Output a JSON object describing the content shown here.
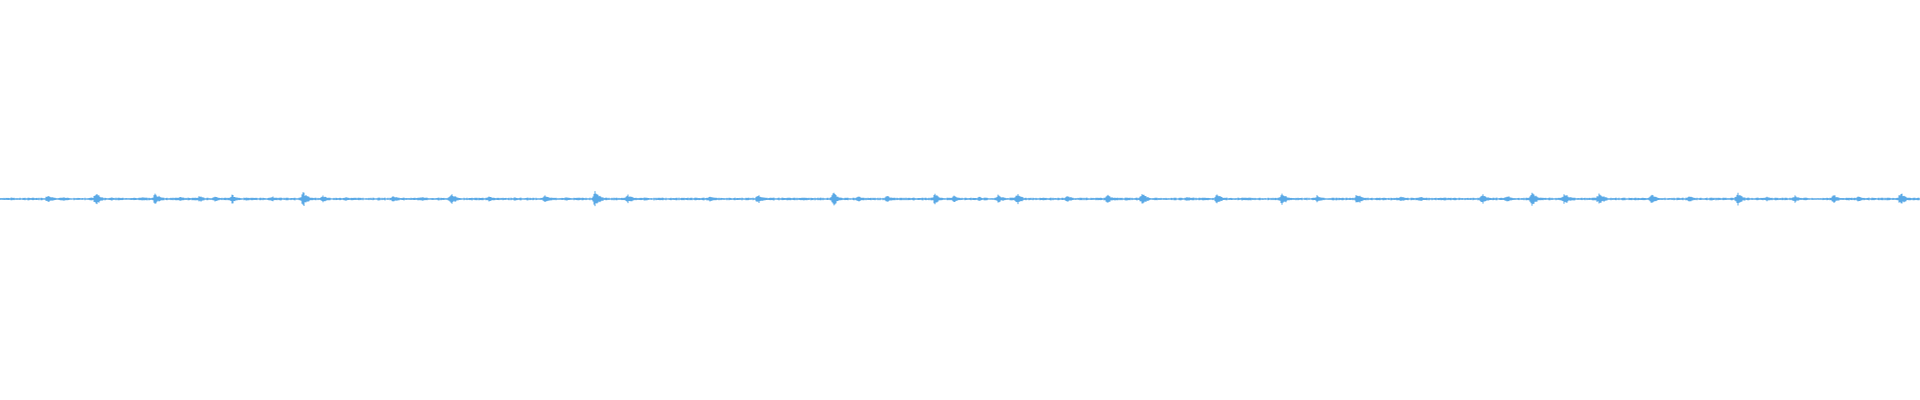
{
  "waveform": {
    "color": "#5aa9e6",
    "background": "#ffffff",
    "bursts": [
      {
        "t": 0.007,
        "a": 0.15
      },
      {
        "t": 0.025,
        "a": 0.55
      },
      {
        "t": 0.033,
        "a": 0.2
      },
      {
        "t": 0.05,
        "a": 0.75
      },
      {
        "t": 0.058,
        "a": 0.25
      },
      {
        "t": 0.074,
        "a": 0.3
      },
      {
        "t": 0.081,
        "a": 0.7
      },
      {
        "t": 0.094,
        "a": 0.35
      },
      {
        "t": 0.104,
        "a": 0.4
      },
      {
        "t": 0.112,
        "a": 0.35
      },
      {
        "t": 0.121,
        "a": 0.55
      },
      {
        "t": 0.132,
        "a": 0.2
      },
      {
        "t": 0.142,
        "a": 0.3
      },
      {
        "t": 0.158,
        "a": 0.85
      },
      {
        "t": 0.168,
        "a": 0.45
      },
      {
        "t": 0.18,
        "a": 0.25
      },
      {
        "t": 0.205,
        "a": 0.4
      },
      {
        "t": 0.22,
        "a": 0.3
      },
      {
        "t": 0.235,
        "a": 0.75
      },
      {
        "t": 0.255,
        "a": 0.35
      },
      {
        "t": 0.268,
        "a": 0.2
      },
      {
        "t": 0.284,
        "a": 0.45
      },
      {
        "t": 0.295,
        "a": 0.3
      },
      {
        "t": 0.31,
        "a": 0.95
      },
      {
        "t": 0.327,
        "a": 0.55
      },
      {
        "t": 0.35,
        "a": 0.15
      },
      {
        "t": 0.37,
        "a": 0.4
      },
      {
        "t": 0.395,
        "a": 0.6
      },
      {
        "t": 0.418,
        "a": 0.25
      },
      {
        "t": 0.434,
        "a": 0.8
      },
      {
        "t": 0.447,
        "a": 0.35
      },
      {
        "t": 0.462,
        "a": 0.45
      },
      {
        "t": 0.487,
        "a": 0.6
      },
      {
        "t": 0.497,
        "a": 0.45
      },
      {
        "t": 0.51,
        "a": 0.3
      },
      {
        "t": 0.52,
        "a": 0.55
      },
      {
        "t": 0.53,
        "a": 0.6
      },
      {
        "t": 0.556,
        "a": 0.45
      },
      {
        "t": 0.577,
        "a": 0.55
      },
      {
        "t": 0.595,
        "a": 0.7
      },
      {
        "t": 0.618,
        "a": 0.3
      },
      {
        "t": 0.634,
        "a": 0.6
      },
      {
        "t": 0.648,
        "a": 0.2
      },
      {
        "t": 0.668,
        "a": 0.75
      },
      {
        "t": 0.686,
        "a": 0.45
      },
      {
        "t": 0.707,
        "a": 0.7
      },
      {
        "t": 0.73,
        "a": 0.35
      },
      {
        "t": 0.74,
        "a": 0.3
      },
      {
        "t": 0.752,
        "a": 0.25
      },
      {
        "t": 0.772,
        "a": 0.65
      },
      {
        "t": 0.785,
        "a": 0.45
      },
      {
        "t": 0.798,
        "a": 0.9
      },
      {
        "t": 0.815,
        "a": 0.7
      },
      {
        "t": 0.833,
        "a": 0.75
      },
      {
        "t": 0.86,
        "a": 0.65
      },
      {
        "t": 0.88,
        "a": 0.35
      },
      {
        "t": 0.905,
        "a": 0.75
      },
      {
        "t": 0.92,
        "a": 0.3
      },
      {
        "t": 0.935,
        "a": 0.45
      },
      {
        "t": 0.955,
        "a": 0.55
      },
      {
        "t": 0.968,
        "a": 0.35
      },
      {
        "t": 0.99,
        "a": 0.8
      }
    ]
  }
}
